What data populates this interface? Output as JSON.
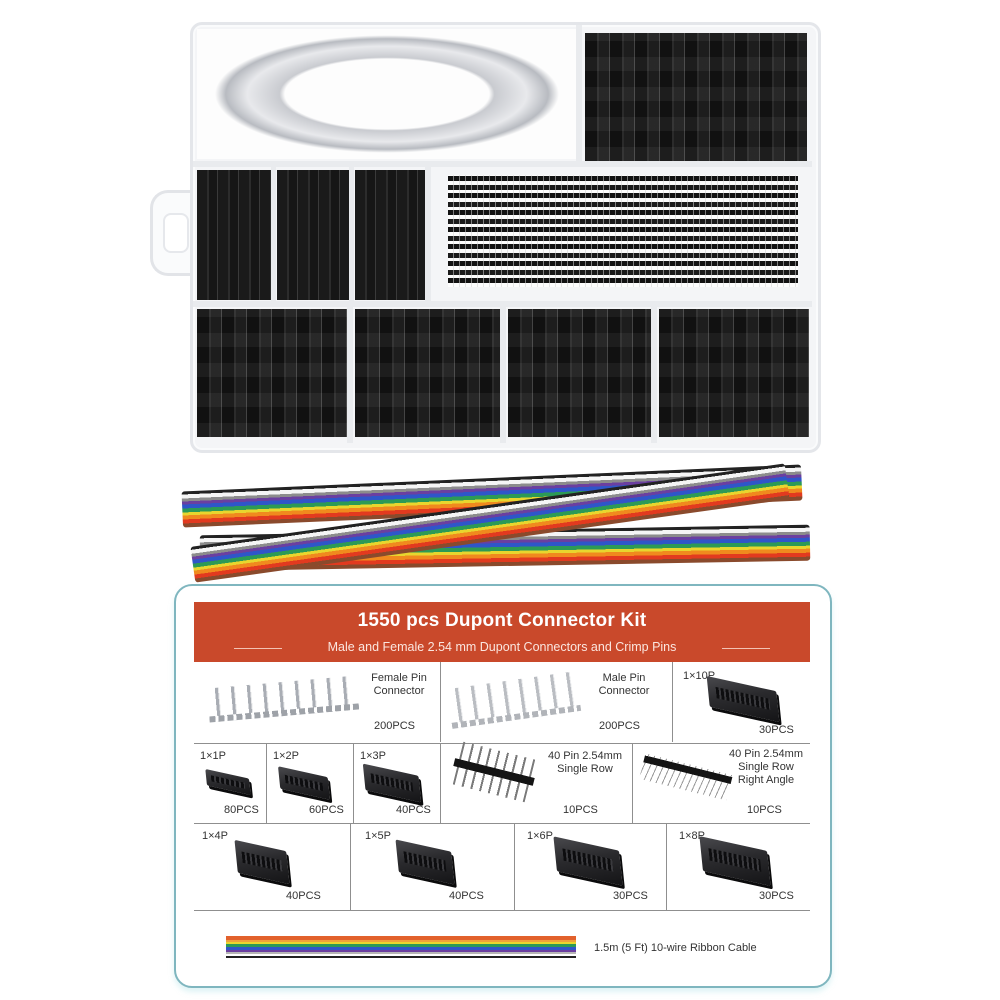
{
  "product": {
    "kit_title": "1550 pcs Dupont Connector Kit",
    "kit_subtitle": "Male and Female 2.54 mm Dupont Connectors and Crimp Pins",
    "accent_color": "#c9492b",
    "card_border_color": "#7fb6bf"
  },
  "photo": {
    "organizer_compartments": [
      {
        "content": "silver-crimp-pins"
      },
      {
        "content": "black-housings-large"
      },
      {
        "content": "black-housings-1p"
      },
      {
        "content": "black-housings-2p"
      },
      {
        "content": "black-housings-3p"
      },
      {
        "content": "pin-headers"
      },
      {
        "content": "black-housings-4p"
      },
      {
        "content": "black-housings-5p"
      },
      {
        "content": "black-housings-6p"
      },
      {
        "content": "black-housings-8p"
      }
    ],
    "ribbon_colors": [
      "#222222",
      "#f5f5f5",
      "#8c8c8c",
      "#6b3fa0",
      "#2f56c9",
      "#2c9a56",
      "#e8d62e",
      "#f08a1e",
      "#e23a1f",
      "#8a4a2c"
    ]
  },
  "items": {
    "female_pin": {
      "name_line1": "Female Pin",
      "name_line2": "Connector",
      "qty": "200PCS"
    },
    "male_pin": {
      "name_line1": "Male Pin",
      "name_line2": "Connector",
      "qty": "200PCS"
    },
    "p10": {
      "label": "1×10P",
      "qty": "30PCS"
    },
    "p1": {
      "label": "1×1P",
      "qty": "80PCS"
    },
    "p2": {
      "label": "1×2P",
      "qty": "60PCS"
    },
    "p3": {
      "label": "1×3P",
      "qty": "40PCS"
    },
    "header_straight": {
      "line1": "40 Pin 2.54mm",
      "line2": "Single Row",
      "qty": "10PCS"
    },
    "header_right_angle": {
      "line1": "40 Pin 2.54mm",
      "line2": "Single Row",
      "line3": "Right Angle",
      "qty": "10PCS"
    },
    "p4": {
      "label": "1×4P",
      "qty": "40PCS"
    },
    "p5": {
      "label": "1×5P",
      "qty": "40PCS"
    },
    "p6": {
      "label": "1×6P",
      "qty": "30PCS"
    },
    "p8": {
      "label": "1×8P",
      "qty": "30PCS"
    },
    "ribbon_cable": {
      "label": "1.5m (5 Ft) 10-wire Ribbon Cable"
    }
  }
}
